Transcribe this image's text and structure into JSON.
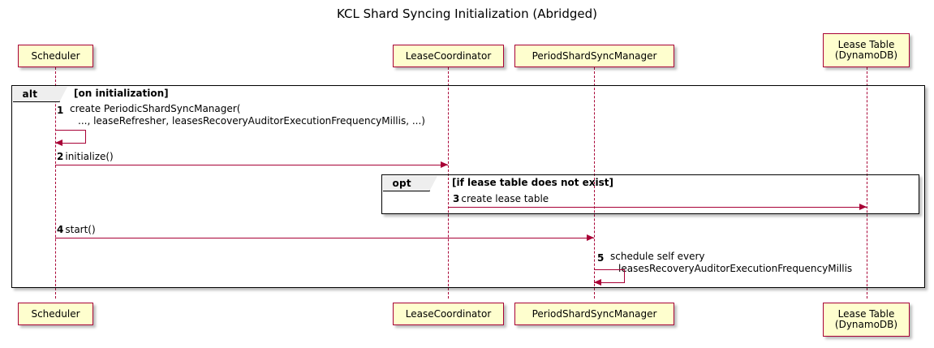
{
  "diagram": {
    "title": "KCL Shard Syncing Initialization (Abridged)",
    "type": "sequence-diagram",
    "colors": {
      "participant_fill": "#FEFECE",
      "participant_border": "#A80036",
      "arrow": "#A80036",
      "fragment_border": "#000000",
      "fragment_tab_fill": "#EEEEEE"
    }
  },
  "participants": [
    {
      "id": "scheduler",
      "label": "Scheduler"
    },
    {
      "id": "lease-coordinator",
      "label": "LeaseCoordinator"
    },
    {
      "id": "period-shard-sync-manager",
      "label": "PeriodShardSyncManager"
    },
    {
      "id": "lease-table",
      "label": "Lease Table\n(DynamoDB)"
    }
  ],
  "fragments": [
    {
      "id": "alt",
      "keyword": "alt",
      "guard": "[on initialization]"
    },
    {
      "id": "opt",
      "keyword": "opt",
      "guard": "[if lease table does not exist]"
    }
  ],
  "messages": [
    {
      "number": "1",
      "from": "scheduler",
      "to": "scheduler",
      "self": true,
      "line1": "create PeriodicShardSyncManager(",
      "line2": "..., leaseRefresher, leasesRecoveryAuditorExecutionFrequencyMillis, ...)"
    },
    {
      "number": "2",
      "from": "scheduler",
      "to": "lease-coordinator",
      "self": false,
      "line1": "initialize()",
      "line2": ""
    },
    {
      "number": "3",
      "from": "lease-coordinator",
      "to": "lease-table",
      "self": false,
      "line1": "create lease table",
      "line2": ""
    },
    {
      "number": "4",
      "from": "scheduler",
      "to": "period-shard-sync-manager",
      "self": false,
      "line1": "start()",
      "line2": ""
    },
    {
      "number": "5",
      "from": "period-shard-sync-manager",
      "to": "period-shard-sync-manager",
      "self": true,
      "line1": "schedule self every",
      "line2": "leasesRecoveryAuditorExecutionFrequencyMillis"
    }
  ]
}
